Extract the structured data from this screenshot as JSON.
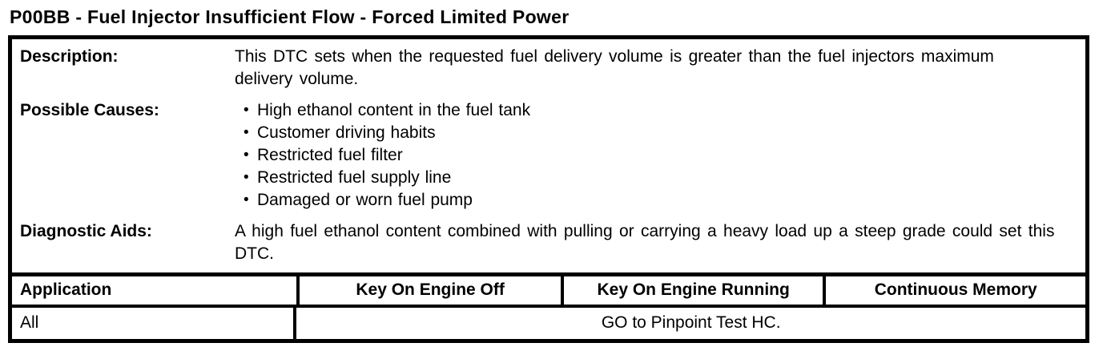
{
  "page_title": "P00BB - Fuel Injector Insufficient Flow - Forced Limited Power",
  "info": {
    "description": {
      "label": "Description:",
      "text": "This DTC sets when the requested fuel delivery volume is greater than the fuel injectors maximum delivery volume."
    },
    "possible_causes": {
      "label": "Possible Causes:",
      "items": [
        "High ethanol content in the fuel tank",
        "Customer driving habits",
        "Restricted fuel filter",
        "Restricted fuel supply line",
        "Damaged or worn fuel pump"
      ]
    },
    "diagnostic_aids": {
      "label": "Diagnostic Aids:",
      "text": "A high fuel ethanol content combined with pulling or carrying a heavy load up a steep grade could set this DTC."
    }
  },
  "application_table": {
    "headers": [
      "Application",
      "Key On Engine Off",
      "Key On Engine Running",
      "Continuous Memory"
    ],
    "rows": [
      {
        "application": "All",
        "action": "GO to Pinpoint Test HC."
      }
    ]
  },
  "colors": {
    "text": "#000000",
    "border": "#000000",
    "background": "#ffffff"
  }
}
